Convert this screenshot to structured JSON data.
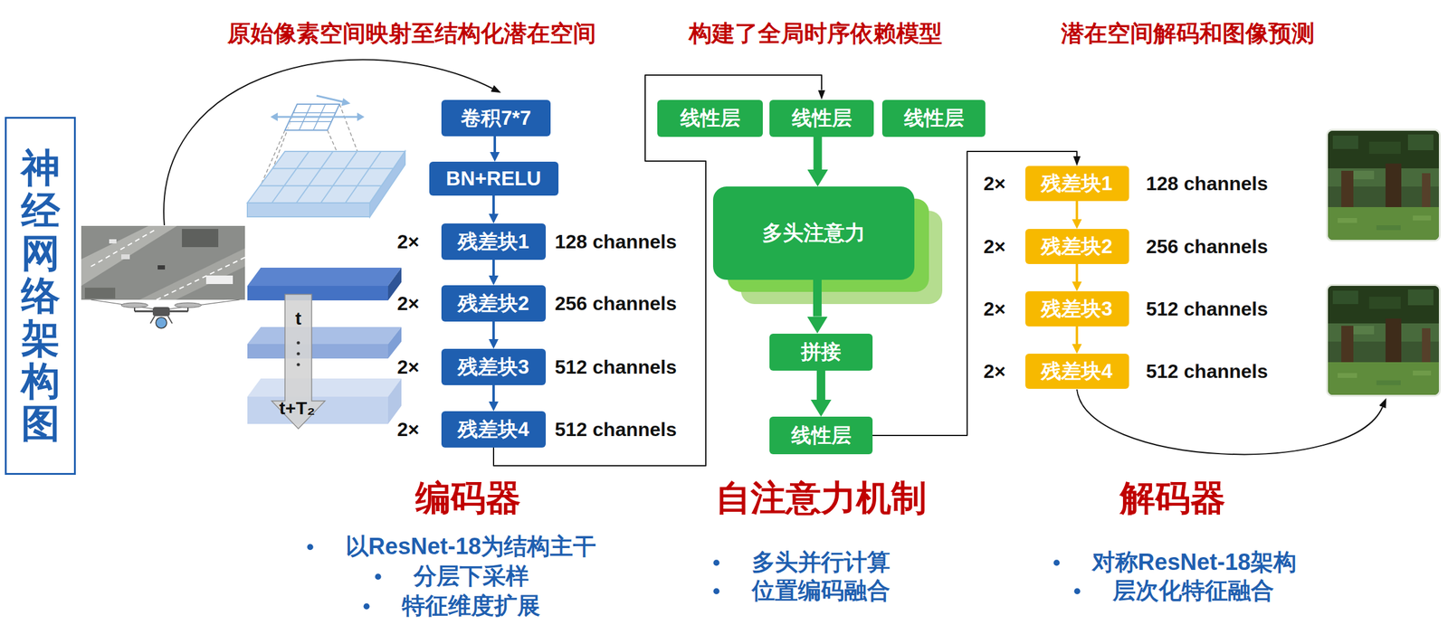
{
  "diagram": {
    "title": "神经网络架构图",
    "nodes": [
      {
        "text": [
          "卷积7*7"
        ]
      },
      {
        "text": [
          "BN+RELU"
        ]
      },
      {
        "text": [
          "残差块1"
        ]
      },
      {
        "text": [
          "残差块2"
        ]
      },
      {
        "text": [
          "残差块3"
        ]
      },
      {
        "text": [
          "残差块4"
        ]
      },
      {
        "text": [
          "线性层"
        ]
      },
      {
        "text": [
          "线性层"
        ]
      },
      {
        "text": [
          "线性层"
        ]
      },
      {
        "text": [
          "多头注意力"
        ]
      },
      {
        "text": [
          "拼接"
        ]
      },
      {
        "text": [
          "线性层"
        ]
      },
      {
        "text": [
          "残差块1"
        ]
      },
      {
        "text": [
          "残差块2"
        ]
      },
      {
        "text": [
          "残差块3"
        ]
      },
      {
        "text": [
          "残差块4"
        ]
      }
    ],
    "edges": [
      {
        "from": 0,
        "to": 1,
        "arrow": "to"
      },
      {
        "from": 1,
        "to": 2,
        "arrow": "to"
      },
      {
        "from": 2,
        "to": 3,
        "arrow": "to"
      },
      {
        "from": 3,
        "to": 4,
        "arrow": "to"
      },
      {
        "from": 4,
        "to": 5,
        "arrow": "to"
      },
      {
        "from": 5,
        "to": 7,
        "arrow": "to"
      },
      {
        "from": 7,
        "to": 9,
        "arrow": "to"
      },
      {
        "from": 9,
        "to": 10,
        "arrow": "to"
      },
      {
        "from": 10,
        "to": 11,
        "arrow": "to"
      },
      {
        "from": 11,
        "to": 12,
        "arrow": "to"
      },
      {
        "from": 12,
        "to": 13,
        "arrow": "to"
      },
      {
        "from": 13,
        "to": 14,
        "arrow": "to"
      },
      {
        "from": 14,
        "to": 15,
        "arrow": "to"
      }
    ],
    "labels": [
      "原始像素空间映射至结构化潜在空间",
      "构建了全局时序依赖模型",
      "潜在空间解码和图像预测",
      "2×",
      "128 channels",
      "2×",
      "256 channels",
      "2×",
      "512 channels",
      "2×",
      "512 channels",
      "t",
      "t+T₂",
      "2×",
      "128 channels",
      "2×",
      "256 channels",
      "2×",
      "512 channels",
      "2×",
      "512 channels",
      "编码器",
      "以ResNet-18为结构主干",
      "分层下采样",
      "特征维度扩展",
      "自注意力机制",
      "多头并行计算",
      "位置编码融合",
      "解码器",
      "对称ResNet-18架构",
      "层次化特征融合"
    ]
  }
}
